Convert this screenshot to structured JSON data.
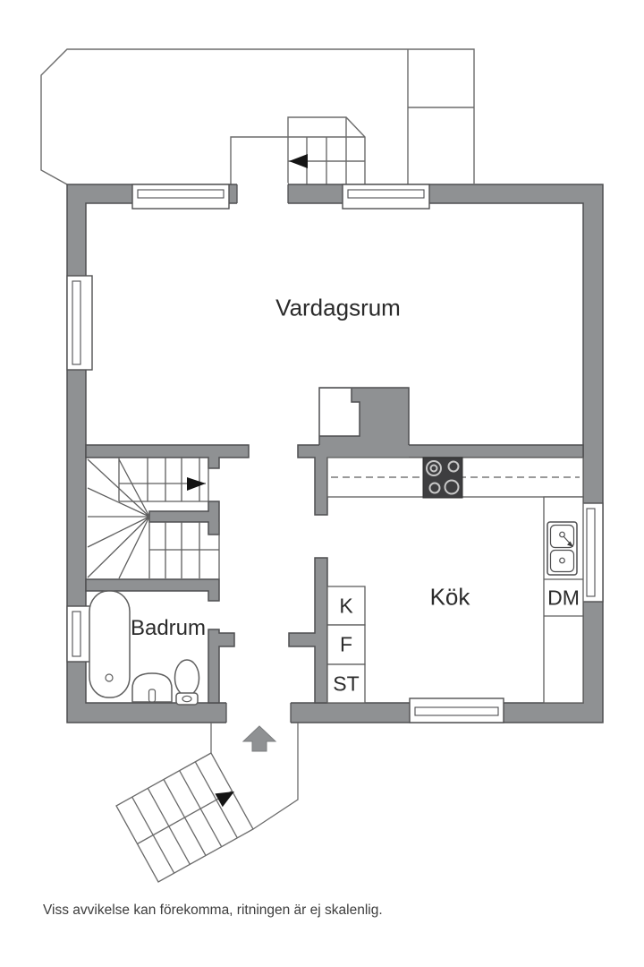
{
  "floorplan": {
    "rooms": {
      "living_room": "Vardagsrum",
      "kitchen": "Kök",
      "bathroom": "Badrum"
    },
    "appliances": {
      "fridge": "K",
      "freezer": "F",
      "cleaning_cabinet": "ST",
      "dishwasher": "DM"
    },
    "disclaimer": "Viss avvikelse kan förekomma, ritningen är ej skalenlig.",
    "colors": {
      "wall_fill": "#8f9193",
      "wall_outline": "#4f4f51",
      "thin_line": "#6b6b6b",
      "stove_fill": "#3e3e40",
      "direction_arrow": "#141414",
      "entrance_arrow": "#8f9193",
      "text": "#2b2b2b"
    }
  }
}
